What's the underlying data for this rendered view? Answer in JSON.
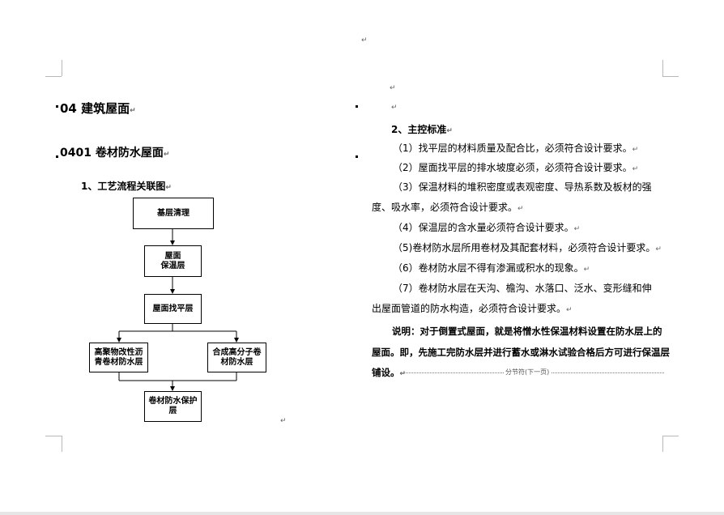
{
  "doc": {
    "section_title": "04 建筑屋面",
    "subsection_title": "0401 卷材防水屋面",
    "flow_heading": "1、工艺流程关联图",
    "control_heading": "2、主控标准",
    "items": [
      "（1）找平层的材料质量及配合比，必须符合设计要求。",
      "（2）屋面找平层的排水坡度必须，必须符合设计要求。",
      "（3）保温材料的堆积密度或表观密度、导热系数及板材的强",
      "度、吸水率，必须符合设计要求。",
      "（4）保温层的含水量必须符合设计要求。",
      "（5)卷材防水层所用卷材及其配套材料，必须符合设计要求。",
      "（6）卷材防水层不得有渗漏或积水的现象。",
      "（7）卷材防水层在天沟、檐沟、水落口、泛水、变形缝和伸",
      "出屋面管道的防水构造，必须符合设计要求。"
    ],
    "note_line1": "说明：对于倒置式屋面，就是将憎水性保温材料设置在防水层上的",
    "note_line2": "屋面。即，先施工完防水层并进行蓄水或淋水试验合格后方可进行保温层",
    "note_line3": "铺设。",
    "section_break": "分节符(下一页)",
    "para_mark": "↵"
  },
  "flow": {
    "step1": "基层清理",
    "step2": "屋面\n保温层",
    "step3": "屋面找平层",
    "step4a": "高聚物改性沥\n青卷材防水层",
    "step4b": "合成高分子卷\n材防水层",
    "step5": "卷材防水保护\n层"
  }
}
